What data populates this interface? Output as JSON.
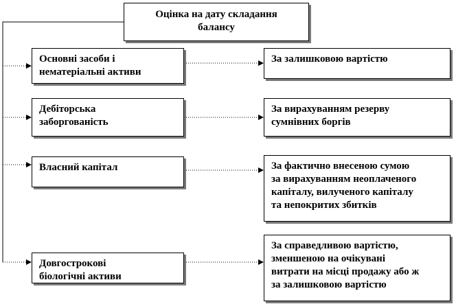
{
  "title": "Оцінка на дату складання\nбалансу",
  "rows": [
    {
      "left": "Основні засоби і\nнематеріальні  активи",
      "right": "За залишковою вартістю"
    },
    {
      "left": "Дебіторська\nзаборгованість",
      "right": "За вирахуванням резерву\nсумнівних боргів"
    },
    {
      "left": "Власний капітал",
      "right": "За фактично внесеною сумою\nза вирахуванням неоплаченого\nкапіталу,  вилученого капіталу\nта непокритих збитків"
    },
    {
      "left": "Довгострокові\nбіологічні активи",
      "right": "За справедливою вартістю,\nзменшеною на очікувані\nвитрати на місці  продажу або ж\nза залишковою вартістю"
    }
  ]
}
